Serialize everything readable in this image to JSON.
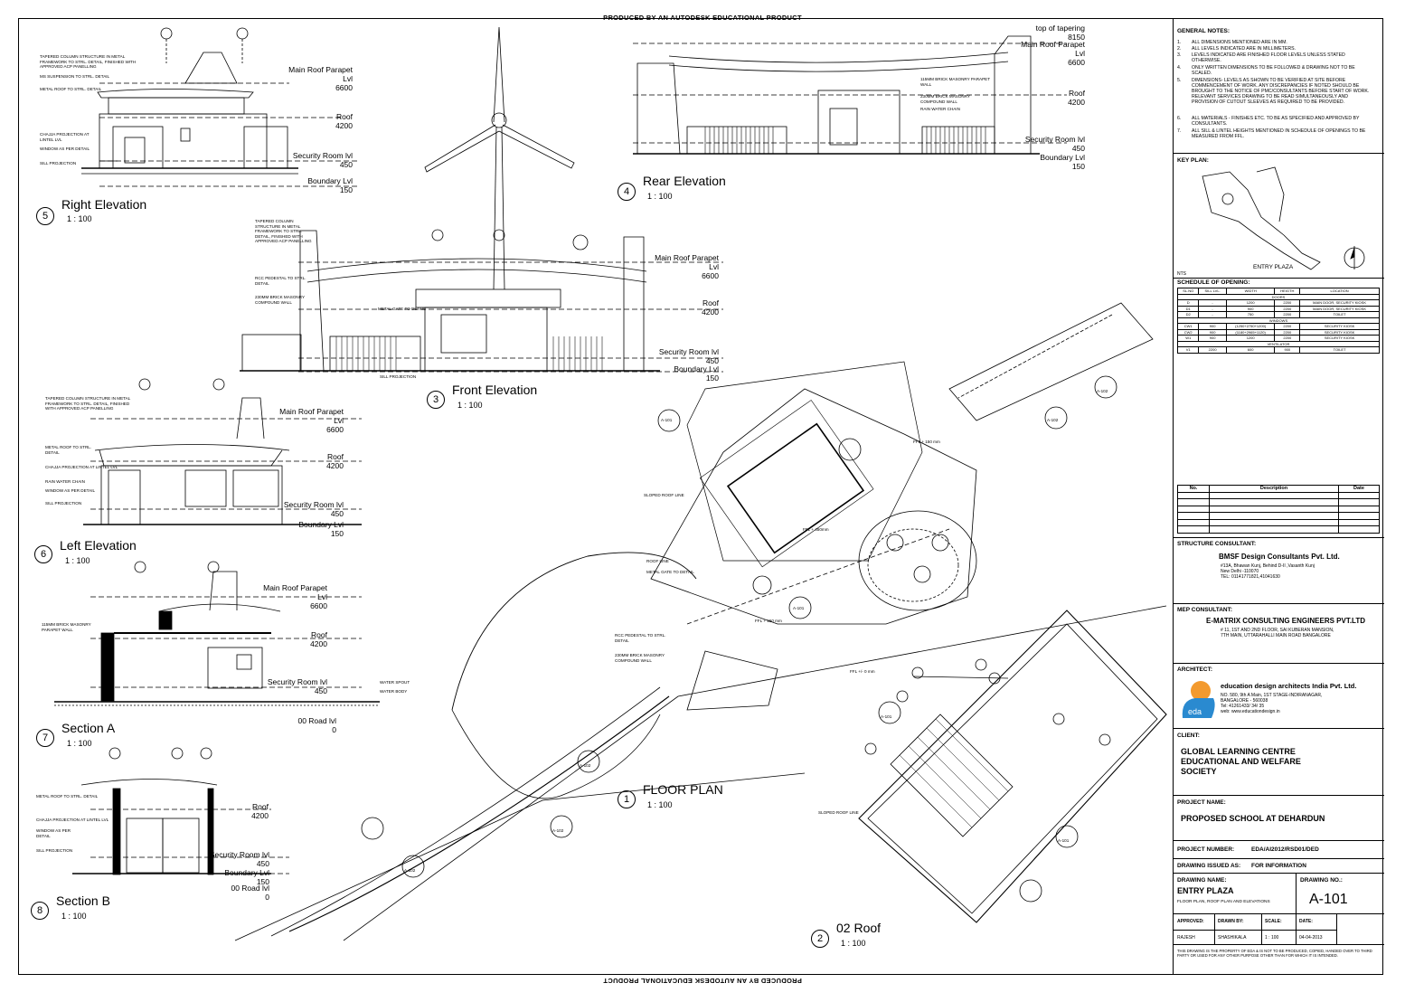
{
  "watermark": "PRODUCED BY AN AUTODESK EDUCATIONAL PRODUCT",
  "views": {
    "right_elev": {
      "num": "5",
      "title": "Right Elevation",
      "scale": "1 : 100"
    },
    "rear_elev": {
      "num": "4",
      "title": "Rear Elevation",
      "scale": "1 : 100"
    },
    "front_elev": {
      "num": "3",
      "title": "Front Elevation",
      "scale": "1 : 100"
    },
    "left_elev": {
      "num": "6",
      "title": "Left Elevation",
      "scale": "1 : 100"
    },
    "section_a": {
      "num": "7",
      "title": "Section A",
      "scale": "1 : 100"
    },
    "section_b": {
      "num": "8",
      "title": "Section B",
      "scale": "1 : 100"
    },
    "floor_plan": {
      "num": "1",
      "title": "FLOOR PLAN",
      "scale": "1 : 100"
    },
    "roof": {
      "num": "2",
      "title": "02 Roof",
      "scale": "1 : 100"
    }
  },
  "levels": {
    "parapet": "Main  Roof Parapet",
    "parapet_lvl": "Lvl",
    "parapet_val": "6600",
    "roof": "Roof",
    "roof_val": "4200",
    "security": "Security Room  lvl",
    "security_val": "450",
    "boundary": "Boundary Lvl",
    "boundary_val": "150",
    "road": "00 Road lvl",
    "road_val": "0",
    "tapering": "top of tapering",
    "tapering_val": "8150"
  },
  "notes": {
    "tapered_col": "TAPERED COLUMN STRUCTURE IN METAL FRAMEWORK TO STRL. DETAIL, FINISHED WITH APPROVED ACP PANELLING",
    "ms_susp": "MS SUSPENSION TO STRL. DETAIL",
    "metal_roof": "METAL ROOF TO STRL. DETAIL",
    "chajja": "CHAJJA PROJECTION AT LINTEL LVL",
    "window": "WINDOW AS PER DETAIL",
    "sill": "SILL PROJECTION",
    "brick": "115MM BRICK MASONRY PARAPET WALL",
    "rcc": "RCC PEDESTAL TO STRL. DETAIL",
    "compound": "230MM BRICK MASONRY COMPOUND WALL",
    "metal_gate": "METAL GATE TO DETAIL",
    "rain_chain": "RAIN WATER CHAIN",
    "water_spout": "WATER SPOUT",
    "water_body": "WATER BODY",
    "roof_line": "ROOF LINE",
    "sloped": "SLOPED ROOF LINE",
    "ffl150": "FFL + 150 mm",
    "ffl450": "FFL + 450mm",
    "ffl0": "FFL +/- 0 mm",
    "a101": "A-101",
    "a102": "A-102"
  },
  "general_notes": {
    "title": "GENERAL NOTES:",
    "items": [
      {
        "n": "1.",
        "t": "ALL DIMENSIONS MENTIONED ARE IN MM."
      },
      {
        "n": "2.",
        "t": "ALL LEVELS INDICATED ARE IN MILLIMETERS."
      },
      {
        "n": "3.",
        "t": "LEVELS INDICATED ARE FINISHED FLOOR LEVELS UNLESS STATED OTHERWISE."
      },
      {
        "n": "4.",
        "t": "ONLY WRITTEN DIMENSIONS TO BE FOLLOWED & DRAWING NOT TO BE SCALED."
      },
      {
        "n": "5.",
        "t": "DIMENSIONS- LEVELS AS SHOWN TO BE VERIFIED AT SITE BEFORE COMMENCEMENT OF WORK. ANY DISCREPANCIES IF NOTED SHOULD BE BROUGHT TO THE NOTICE OF PMC/CONSULTANTS BEFORE START OF WORK. RELEVANT SERVICES DRAWING TO BE READ SIMULTANEOUSLY AND PROVISION OF CUTOUT SLEEVES AS REQUIRED TO BE PROVIDED."
      },
      {
        "n": "6.",
        "t": "ALL MATERIALS - FINISHES ETC. TO BE AS SPECIFIED AND APPROVED BY CONSULTANTS."
      },
      {
        "n": "7.",
        "t": "ALL SILL & LINTEL HEIGHTS MENTIONED IN SCHEDULE OF OPENINGS TO BE MEASURED FROM FFL."
      }
    ]
  },
  "key_plan": {
    "title": "KEY PLAN:",
    "label": "ENTRY PLAZA",
    "nts": "NTS"
  },
  "schedule": {
    "title": "SCHEDULE OF OPENING:",
    "headers": [
      "SL.NO",
      "SILL LVL.",
      "WIDTH",
      "HEIGTH",
      "LOCATION"
    ],
    "doors_label": "DOORS",
    "doors": [
      [
        "D",
        "-",
        "1200",
        "2200",
        "MAIN DOOR, SECURITY KIOSK"
      ],
      [
        "D1",
        "-",
        "900",
        "2200",
        "MAIN DOOR, SECURITY KIOSK"
      ],
      [
        "D2",
        "-",
        "750",
        "2200",
        "TOILET"
      ]
    ],
    "windows_label": "WINDOWS",
    "windows": [
      [
        "CW1",
        "900",
        "(1250+2750+1200)",
        "2200",
        "SECURITY KIOSK"
      ],
      [
        "CW2",
        "900",
        "(1180+2965+1120)",
        "2200",
        "SECURITY KIOSK"
      ],
      [
        "W1",
        "900",
        "1200",
        "2200",
        "SECURITY KIOSK"
      ]
    ],
    "vent_label": "VENTILATOR",
    "vents": [
      [
        "V1",
        "2200",
        "600",
        "900",
        "TOILET"
      ]
    ]
  },
  "revisions": {
    "headers": [
      "No.",
      "Description",
      "Date"
    ]
  },
  "structure": {
    "label": "STRUCTURE CONSULTANT:",
    "firm": "BMSF Design Consultants Pvt. Ltd.",
    "addr1": "#13A, Bhawan Kunj, Behind D-II ,Vasanth Kunj",
    "addr2": "New Delhi -110070",
    "addr3": "TEL: 01141771821,41041630"
  },
  "mep": {
    "label": "MEP CONSULTANT:",
    "firm": "E-MATRIX CONSULTING ENGINEERS PVT.LTD",
    "addr1": "# 11, 1ST AND 2ND FLOOR, SAI KUBERAN MANSION,",
    "addr2": "7TH MAIN, UTTARAHALLI MAIN ROAD BANGALORE"
  },
  "architect": {
    "label": "ARCHITECT:",
    "firm": "education design architects India Pvt. Ltd.",
    "addr1": "NO. 580, 9th A Main, 1ST STAGE-INDIRANAGAR,",
    "addr2": "BANGALORE - 560038",
    "addr3": "Tel: 41261433/ 34/ 35",
    "addr4": "web: www.educationdesign.in",
    "logo_text": "eda"
  },
  "client": {
    "label": "CLIENT:",
    "l1": "GLOBAL LEARNING CENTRE",
    "l2": "EDUCATIONAL AND WELFARE",
    "l3": "SOCIETY"
  },
  "project": {
    "label": "PROJECT NAME:",
    "name": "PROPOSED SCHOOL AT DEHARDUN"
  },
  "project_number": {
    "label": "PROJECT NUMBER:",
    "value": "EDA/AI2012/RSD01/DED"
  },
  "issued": {
    "label": "DRAWING ISSUED AS:",
    "value": "FOR INFORMATION"
  },
  "drawing_name": {
    "label": "DRAWING NAME:",
    "value": "ENTRY PLAZA",
    "sub": "FLOOR PLAN, ROOF PLAN AND ELEVATIONS"
  },
  "drawing_no": {
    "label": "DRAWING NO.:",
    "value": "A-101"
  },
  "approval": {
    "approved_label": "APPROVED:",
    "drawn_label": "DRAWN BY:",
    "scale_label": "SCALE:",
    "date_label": "DATE:",
    "approved": "RAJESH",
    "drawn": "SHASHIKALA",
    "scale": "1 : 100",
    "date": "04-04-2013"
  },
  "disclaimer": "THIS DRAWING IS THE PROPERTY OF EDA & IS NOT TO BE PRODUCED, COPIED, HANDED OVER TO THIRD PARTY OR USED FOR ANY OTHER PURPOSE OTHER THAN FOR WHICH IT IS INTENDED."
}
